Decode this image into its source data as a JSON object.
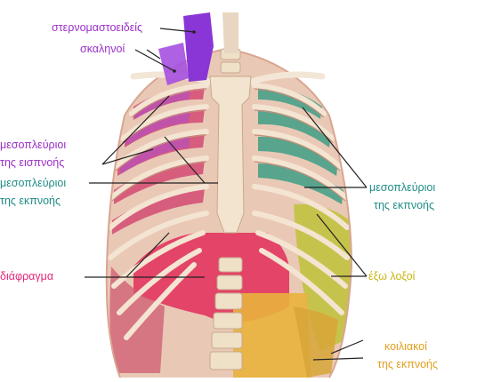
{
  "labels": {
    "sternocleidomastoid": "στερνομαστοειδείς",
    "scalenes": "σκαληνοί",
    "intercostal_inhale_1": "μεσοπλεύριοι",
    "intercostal_inhale_2": "της εισπνοής",
    "intercostal_exhale_left_1": "μεσοπλεύριοι",
    "intercostal_exhale_left_2": "της εκπνοής",
    "intercostal_exhale_right_1": "μεσοπλεύριοι",
    "intercostal_exhale_right_2": "της εκπνοής",
    "diaphragm": "διάφραγμα",
    "external_obliques": "έξω λοξοί",
    "abdominals_1": "κοιλιακοί",
    "abdominals_2": "της εκπνοής"
  },
  "colors": {
    "inhale_label": "#9a2fc6",
    "diaphragm_label": "#e2297a",
    "exhale_label": "#1f8c86",
    "obliques_label": "#c7b616",
    "abdominals_label": "#e0a020"
  }
}
